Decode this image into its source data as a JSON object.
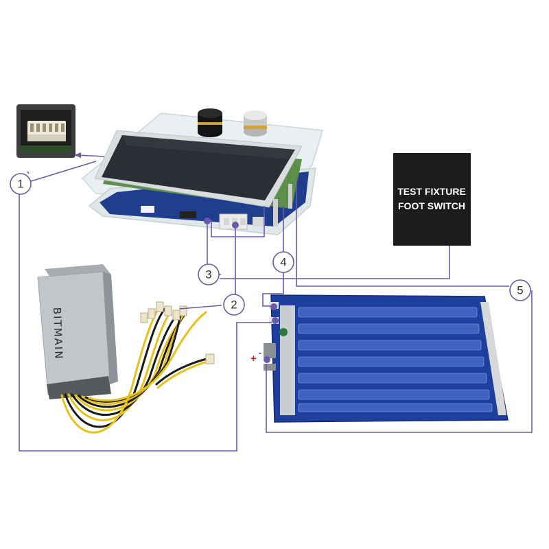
{
  "foot_switch": {
    "line1": "TEST FIXTURE",
    "line2": "FOOT SWITCH"
  },
  "psu": {
    "brand": "BITMAIN"
  },
  "hashboard": {
    "plus_label": "+",
    "minus_label": "-"
  },
  "callouts": [
    {
      "id": "1",
      "label": "1"
    },
    {
      "id": "2",
      "label": "2"
    },
    {
      "id": "3",
      "label": "3"
    },
    {
      "id": "4",
      "label": "4"
    },
    {
      "id": "5",
      "label": "5"
    }
  ],
  "colors": {
    "wire": "#6a5aa8",
    "board_blue": "#1d3f9e",
    "screen": "#2b2f35",
    "switch_box": "#1c1c1c",
    "psu_body": "#b8bcc0",
    "cable_yellow": "#e6c21a"
  }
}
